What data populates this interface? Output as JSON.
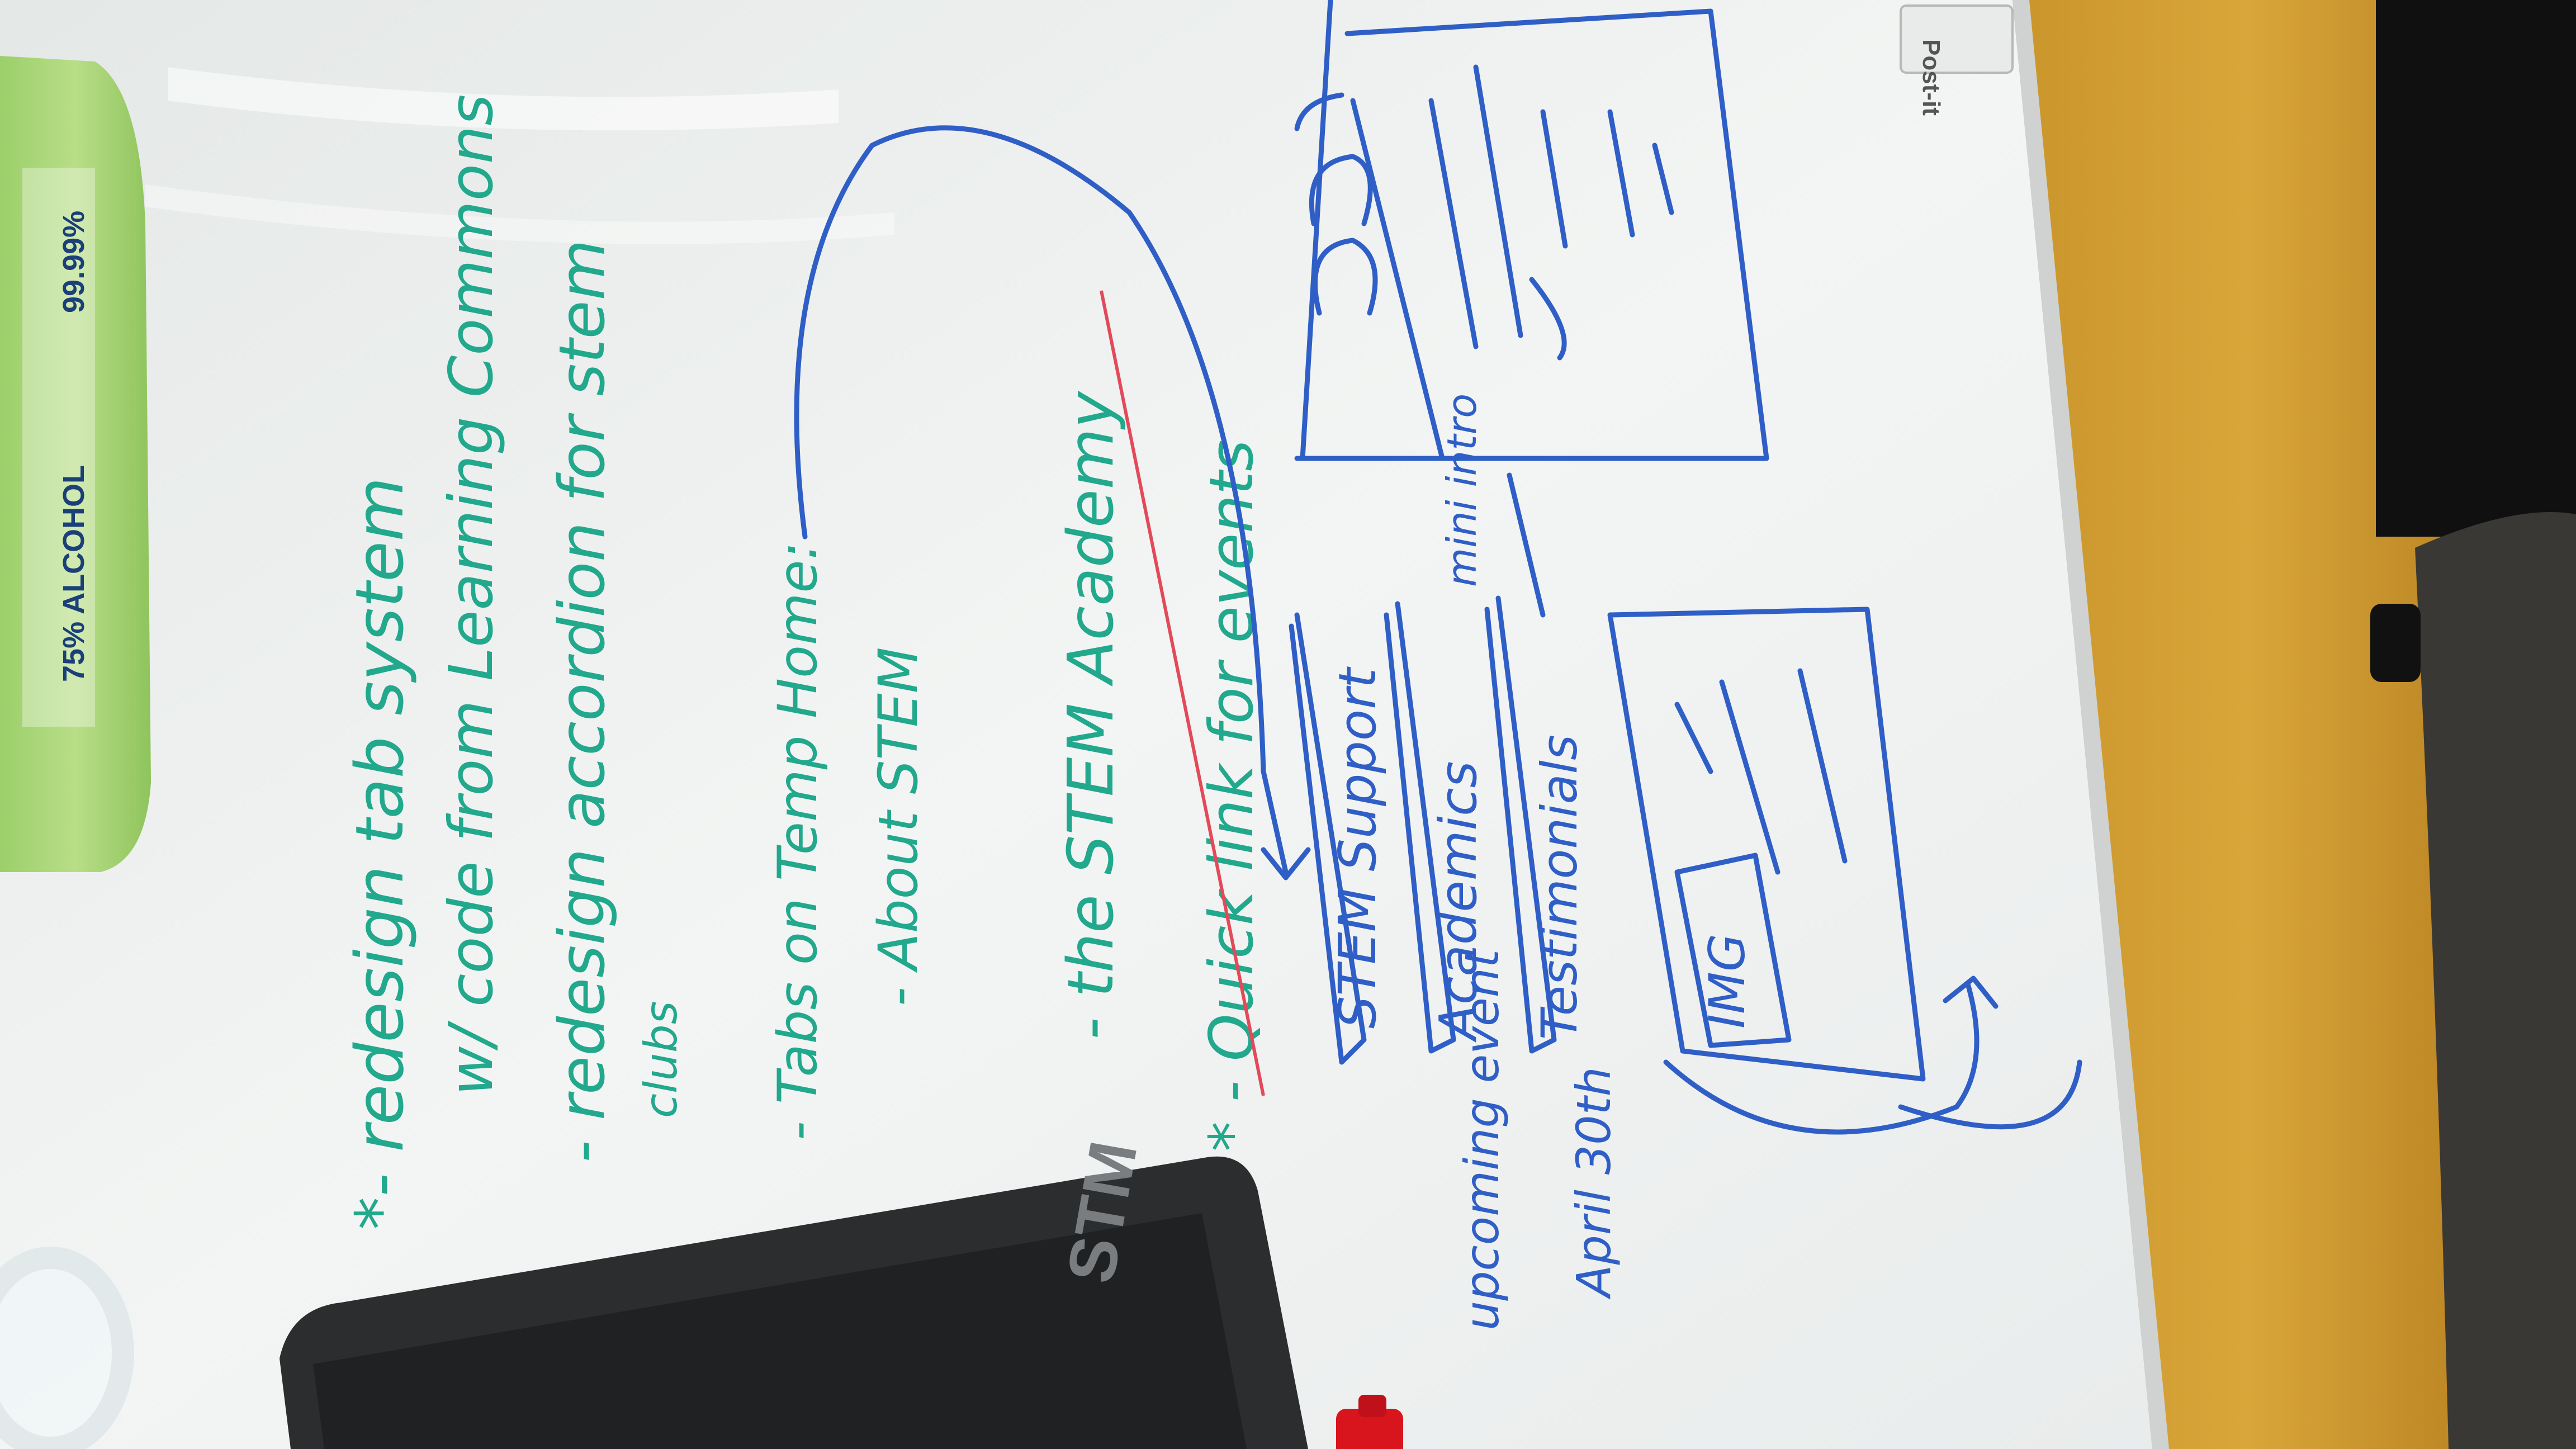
{
  "whiteboard": {
    "notes": [
      "*- redesign tab system",
      "w/ code from Learning Commons",
      "- redesign accordion for stem",
      "clubs",
      "- Tabs on Temp Home:",
      "- About STEM",
      "- the STEM Academy",
      "* - Quick link for events"
    ],
    "sketch": {
      "tab_labels": [
        "STEM Support",
        "Academics",
        "Testimonials"
      ],
      "intro_label": "mini intro",
      "img_label": "IMG",
      "event_label": "upcoming event",
      "event_date": "April 30th"
    }
  },
  "wipes_pack": {
    "label": "75% ALCOHOL",
    "claim": "99.99%"
  },
  "tablet_case": {
    "logo": "STM"
  },
  "board_corner_label": "Post-it"
}
